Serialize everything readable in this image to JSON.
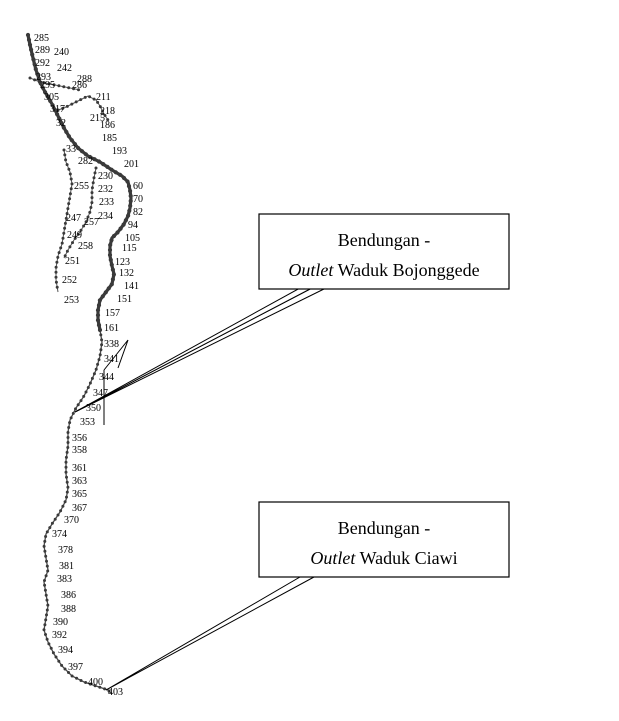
{
  "callouts": {
    "bojonggede": {
      "line1": "Bendungan  -",
      "line2_italic": "Outlet",
      "line2_rest": " Waduk Bojonggede"
    },
    "ciawi": {
      "line1": "Bendungan  -",
      "line2_italic": "Outlet",
      "line2_rest": " Waduk Ciawi"
    }
  },
  "node_labels": {
    "n285": "285",
    "n289": "289",
    "n240": "240",
    "n292": "292",
    "n242": "242",
    "n293": "293",
    "n288": "288",
    "n295": "295",
    "n286": "286",
    "n211": "211",
    "n305": "305",
    "n317": "317",
    "n218": "218",
    "n32x": "32",
    "n215": "215",
    "n186": "186",
    "n185": "185",
    "n33x": "33",
    "n193": "193",
    "n282": "282",
    "n201": "201",
    "n230": "230",
    "n60": "60",
    "n255": "255",
    "n232": "232",
    "n70": "70",
    "n233": "233",
    "n82": "82",
    "n247": "247",
    "n257": "257",
    "n234": "234",
    "n94": "94",
    "n105": "105",
    "n249": "249",
    "n258": "258",
    "n115": "115",
    "n251": "251",
    "n123": "123",
    "n252": "252",
    "n132": "132",
    "n141": "141",
    "n253": "253",
    "n151": "151",
    "n157": "157",
    "n161": "161",
    "n338": "338",
    "n341": "341",
    "n344": "344",
    "n347": "347",
    "n350": "350",
    "n353": "353",
    "n356": "356",
    "n358": "358",
    "n361": "361",
    "n363": "363",
    "n365": "365",
    "n367": "367",
    "n370": "370",
    "n374": "374",
    "n378": "378",
    "n381": "381",
    "n383": "383",
    "n386": "386",
    "n388": "388",
    "n390": "390",
    "n392": "392",
    "n394": "394",
    "n397": "397",
    "n400": "400",
    "n403": "403"
  }
}
